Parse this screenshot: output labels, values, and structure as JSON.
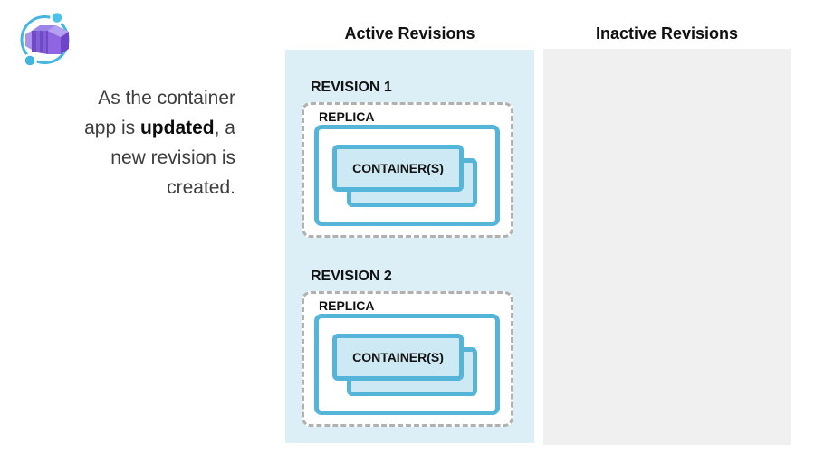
{
  "brand": {
    "icon": "azure-container-apps-icon"
  },
  "intro": {
    "line1": "As the container",
    "line2_pre": "app is ",
    "line2_bold": "updated",
    "line2_post": ", a",
    "line3": "new revision is",
    "line4": "created."
  },
  "columns": {
    "active": {
      "title": "Active Revisions",
      "revisions": [
        {
          "label": "REVISION 1",
          "replica": {
            "label": "REPLICA",
            "containers": {
              "label": "CONTAINER(S)"
            }
          }
        },
        {
          "label": "REVISION 2",
          "replica": {
            "label": "REPLICA",
            "containers": {
              "label": "CONTAINER(S)"
            }
          }
        }
      ]
    },
    "inactive": {
      "title": "Inactive Revisions",
      "revisions": []
    }
  },
  "colors": {
    "active_panel": "#dceef6",
    "inactive_panel": "#f0f0f0",
    "box_border_blue": "#55b5d9",
    "container_fill": "#cde9f4",
    "dashed_border": "#b1b1b1",
    "heading_text": "#111111",
    "body_text": "#3d3d3d",
    "icon_purple_dark": "#7048c8",
    "icon_purple_mid": "#8f65e2",
    "icon_purple_light": "#b39cf0",
    "icon_orbit_blue": "#44b6e2"
  }
}
